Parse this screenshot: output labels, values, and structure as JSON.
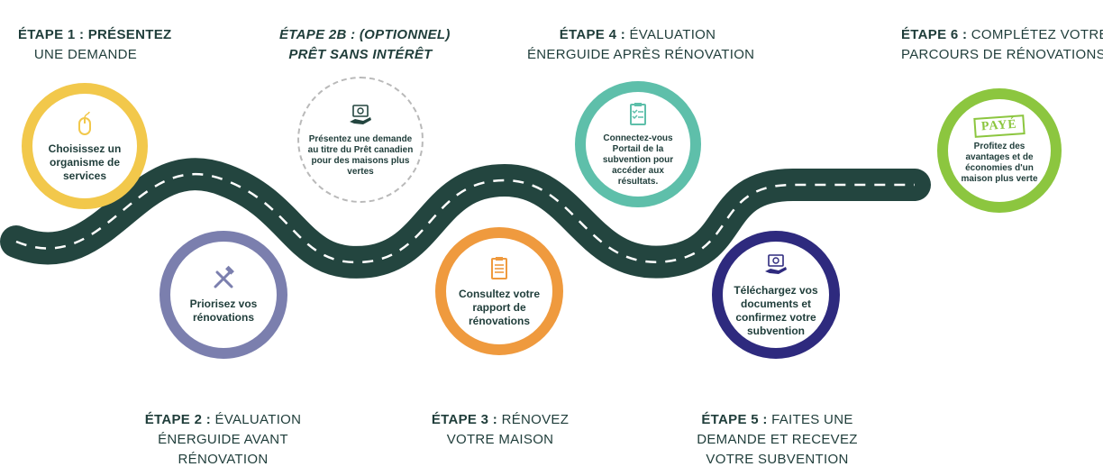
{
  "colors": {
    "road": "#23453f",
    "text": "#1f3d3a",
    "step1": "#f2c84b",
    "step2": "#7b7fae",
    "step2b": "#b9b9b9",
    "step3": "#ef9a3e",
    "step4": "#5ebfaa",
    "step5": "#2e2a7e",
    "step6": "#8cc63f"
  },
  "steps": [
    {
      "id": "step1",
      "label": "ÉTAPE 1 :",
      "title_line1": "PRÉSENTEZ",
      "title_line2": "UNE DEMANDE",
      "body": "Choisissez un organisme de services",
      "icon": "mouse-icon"
    },
    {
      "id": "step2",
      "label": "ÉTAPE 2 :",
      "title_line1": "ÉVALUATION",
      "title_line2": "ÉNERGUIDE AVANT",
      "title_line3": "RÉNOVATION",
      "body": "Priorisez vos rénovations",
      "icon": "tools-icon"
    },
    {
      "id": "step2b",
      "label": "ÉTAPE 2B :",
      "title_line1": "(OPTIONNEL)",
      "title_line2": "PRÊT SANS INTÉRÊT",
      "body": "Présentez une demande au titre du Prêt canadien pour des maisons plus vertes",
      "icon": "money-hand-icon"
    },
    {
      "id": "step3",
      "label": "ÉTAPE 3 :",
      "title_line1": "RÉNOVEZ",
      "title_line2": "VOTRE MAISON",
      "body": "Consultez votre rapport de rénovations",
      "icon": "report-icon"
    },
    {
      "id": "step4",
      "label": "ÉTAPE 4 :",
      "title_line1": "ÉVALUATION",
      "title_line2": "ÉNERGUIDE APRÈS RÉNOVATION",
      "body": "Connectez-vous Portail de la subvention pour accéder aux résultats.",
      "icon": "checklist-icon"
    },
    {
      "id": "step5",
      "label": "ÉTAPE 5 :",
      "title_line1": "FAITES UNE",
      "title_line2": "DEMANDE ET RECEVEZ",
      "title_line3": "VOTRE SUBVENTION",
      "body": "Téléchargez vos documents et confirmez votre subvention",
      "icon": "money-hand-icon"
    },
    {
      "id": "step6",
      "label": "ÉTAPE 6 :",
      "title_line1": "COMPLÉTEZ VOTRE",
      "title_line2": "PARCOURS DE RÉNOVATIONS",
      "body": "Profitez des avantages et de économies d'un maison plus verte",
      "icon": "paid-stamp-icon",
      "stamp_text": "PAYÉ"
    }
  ]
}
